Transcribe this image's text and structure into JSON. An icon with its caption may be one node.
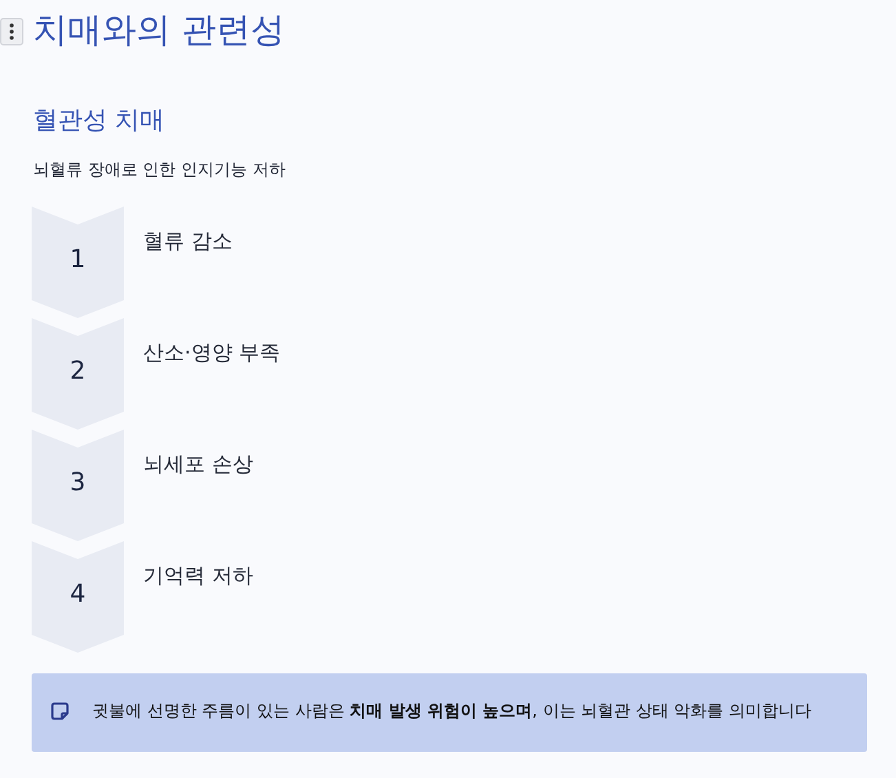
{
  "diagram": {
    "title": "치매와의 관련성",
    "nodes": [
      {
        "text": [
          "1"
        ],
        "beside": [
          "혈류 감소"
        ]
      },
      {
        "text": [
          "2"
        ],
        "beside": [
          "산소·영양 부족"
        ]
      },
      {
        "text": [
          "3"
        ],
        "beside": [
          "뇌세포 손상"
        ]
      },
      {
        "text": [
          "4"
        ],
        "beside": [
          "기억력 저하"
        ]
      },
      {
        "text": [
          "귓불에 선명한 주름이 있는 사람은 **치매 발생 위험이 높으며**, 이는 뇌혈관 상태 악화를 의미합니다"
        ]
      }
    ],
    "labels": [
      "혈관성 치매",
      "뇌혈류 장애로 인한 인지기능 저하"
    ]
  }
}
